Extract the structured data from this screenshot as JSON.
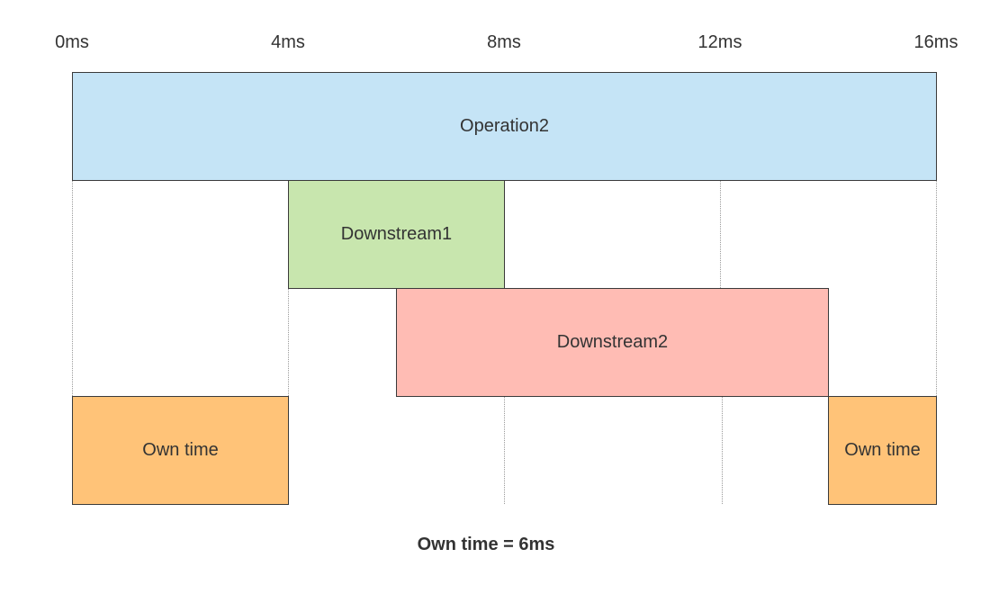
{
  "axis": {
    "ticks": [
      "0ms",
      "4ms",
      "8ms",
      "12ms",
      "16ms"
    ]
  },
  "bars": [
    {
      "label": "Operation2",
      "start": 0,
      "end": 16,
      "row": 0,
      "color": "#c5e4f6"
    },
    {
      "label": "Downstream1",
      "start": 4,
      "end": 8,
      "row": 1,
      "color": "#c8e6ae"
    },
    {
      "label": "Downstream2",
      "start": 6,
      "end": 14,
      "row": 2,
      "color": "#ffbcb4"
    },
    {
      "label": "Own time",
      "start": 0,
      "end": 4,
      "row": 3,
      "color": "#ffc378"
    },
    {
      "label": "Own time",
      "start": 14,
      "end": 16,
      "row": 3,
      "color": "#ffc378"
    }
  ],
  "summary": "Own time = 6ms"
}
